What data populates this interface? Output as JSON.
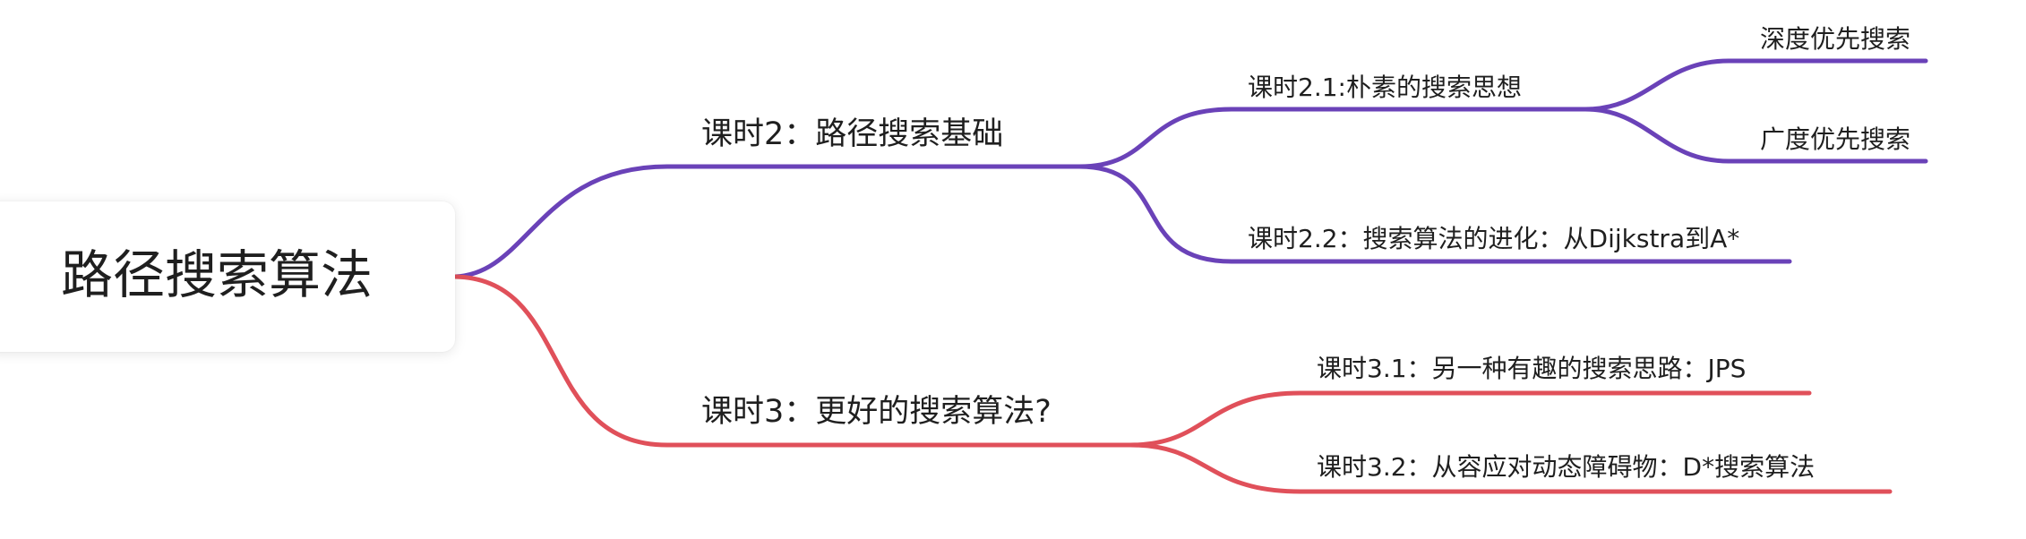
{
  "mindmap": {
    "root": {
      "label": "路径搜索算法"
    },
    "colors": {
      "branch_purple": "#6a42b8",
      "branch_red": "#e0505a",
      "text": "#1f1f1f"
    },
    "branches": [
      {
        "label": "课时2：路径搜索基础",
        "color": "purple",
        "children": [
          {
            "label": "课时2.1:朴素的搜索思想",
            "children": [
              {
                "label": "深度优先搜索"
              },
              {
                "label": "广度优先搜索"
              }
            ]
          },
          {
            "label": "课时2.2：搜索算法的进化：从Dijkstra到A*"
          }
        ]
      },
      {
        "label": "课时3：更好的搜索算法?",
        "color": "red",
        "children": [
          {
            "label": "课时3.1：另一种有趣的搜索思路：JPS"
          },
          {
            "label": "课时3.2：从容应对动态障碍物：D*搜索算法"
          }
        ]
      }
    ]
  }
}
